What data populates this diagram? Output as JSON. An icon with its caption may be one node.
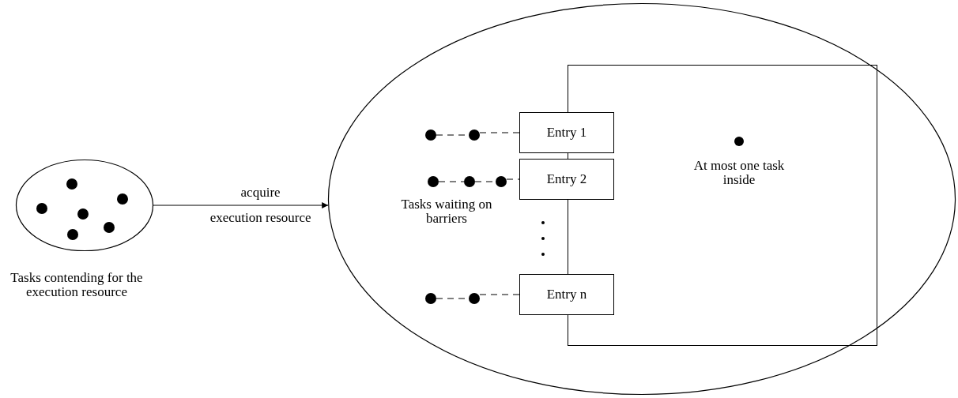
{
  "diagram": {
    "nodes": [
      {
        "text": [],
        "shape": "ellipse",
        "beside": [
          "Tasks contending for the execution resource"
        ]
      },
      {
        "text": [],
        "shape": "ellipse"
      },
      {
        "text": [
          "At most one task inside"
        ],
        "in": 1
      },
      {
        "text": [
          "Entry 1"
        ],
        "in": 1
      },
      {
        "text": [
          "Entry 2"
        ],
        "in": 1
      },
      {
        "text": [
          "Entry n"
        ],
        "in": 1
      },
      {
        "text": [],
        "shape": "dot",
        "in": 1
      },
      {
        "text": [],
        "shape": "dot",
        "in": 1
      },
      {
        "text": [],
        "shape": "dot",
        "in": 1
      },
      {
        "text": [],
        "shape": "dot",
        "in": 1
      },
      {
        "text": [],
        "shape": "dot",
        "in": 1
      },
      {
        "text": [],
        "shape": "dot",
        "in": 1
      },
      {
        "text": [],
        "shape": "dot",
        "in": 1
      }
    ],
    "edges": [
      {
        "from": 0,
        "to": 1,
        "arrow": "to",
        "label": "acquire execution resource"
      },
      {
        "from": 6,
        "to": 7,
        "arrow": "none",
        "style": "dashed"
      },
      {
        "from": 7,
        "to": 3,
        "arrow": "none",
        "style": "dashed"
      },
      {
        "from": 8,
        "to": 9,
        "arrow": "none",
        "style": "dashed"
      },
      {
        "from": 9,
        "to": 10,
        "arrow": "none",
        "style": "dashed"
      },
      {
        "from": 10,
        "to": 4,
        "arrow": "none",
        "style": "dashed"
      },
      {
        "from": 11,
        "to": 12,
        "arrow": "none",
        "style": "dashed"
      },
      {
        "from": 12,
        "to": 5,
        "arrow": "none",
        "style": "dashed"
      }
    ],
    "labels": [
      "Tasks waiting on barriers"
    ]
  }
}
